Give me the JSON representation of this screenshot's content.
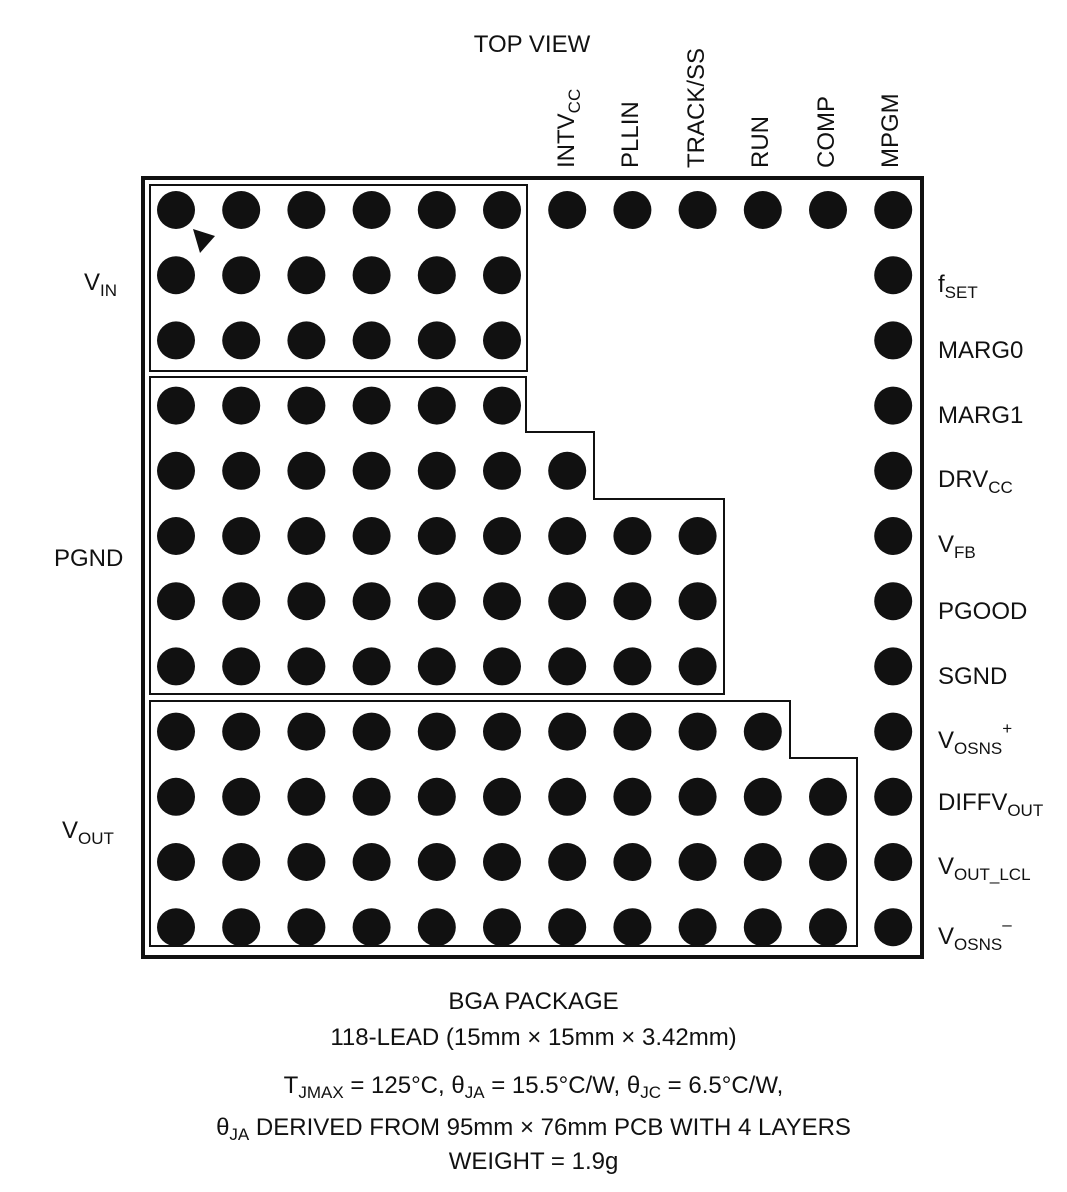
{
  "title": "TOP VIEW",
  "colors": {
    "ink": "#111111",
    "background": "#ffffff"
  },
  "top_pins": [
    "INTV",
    "PLLIN",
    "TRACK/SS",
    "RUN",
    "COMP",
    "MPGM"
  ],
  "top_pin_subscripts": {
    "intvcc": "CC"
  },
  "left_labels": {
    "vin": {
      "main": "V",
      "sub": "IN"
    },
    "pgnd": {
      "main": "PGND"
    },
    "vout": {
      "main": "V",
      "sub": "OUT"
    }
  },
  "right_pins": {
    "fset": {
      "main": "f",
      "sub": "SET"
    },
    "marg0": {
      "main": "MARG0"
    },
    "marg1": {
      "main": "MARG1"
    },
    "drvcc": {
      "main": "DRV",
      "sub": "CC"
    },
    "vfb": {
      "main": "V",
      "sub": "FB"
    },
    "pgood": {
      "main": "PGOOD"
    },
    "sgnd": {
      "main": "SGND"
    },
    "vosns_plus": {
      "main": "V",
      "sub": "OSNS",
      "sup": "+"
    },
    "diffvout": {
      "main": "DIFFV",
      "sub": "OUT"
    },
    "vout_lcl": {
      "main": "V",
      "sub": "OUT_LCL"
    },
    "vosns_minus": {
      "main": "V",
      "sub": "OSNS",
      "sup": "–"
    }
  },
  "ball_grid": {
    "vin_rows": 3,
    "vin_row_counts": [
      6,
      6,
      6
    ],
    "pgnd_row_counts": [
      6,
      7,
      9,
      9,
      9
    ],
    "vout_row_counts": [
      10,
      11,
      11,
      11
    ]
  },
  "footer": {
    "package": "BGA PACKAGE",
    "lead": "118-LEAD (15mm × 15mm × 3.42mm)",
    "thermal": {
      "t": "T",
      "t_sub": "JMAX",
      "t_rest": " = 125°C, θ",
      "ja_sub": "JA",
      "ja_rest": " = 15.5°C/W, θ",
      "jc_sub": "JC",
      "jc_rest": " = 6.5°C/W,"
    },
    "derived": {
      "theta": "θ",
      "sub": "JA",
      "rest": " DERIVED FROM 95mm × 76mm PCB WITH 4 LAYERS"
    },
    "weight": "WEIGHT = 1.9g"
  }
}
